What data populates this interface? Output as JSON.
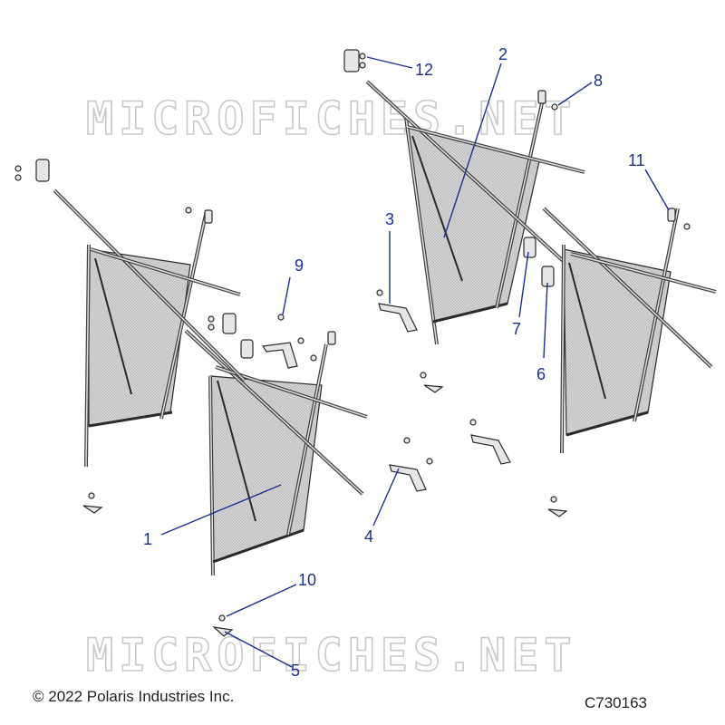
{
  "watermark": "MICROFICHES.NET",
  "callouts": [
    "1",
    "2",
    "3",
    "4",
    "5",
    "6",
    "7",
    "8",
    "9",
    "10",
    "11",
    "12"
  ],
  "footer": {
    "copyright": "© 2022 Polaris Industries Inc.",
    "diagram_id": "C730163"
  },
  "colors": {
    "callout": "#1e2f8f",
    "net_fill": "#cfcfcf",
    "outline": "#2a2a2a",
    "watermark": "#c9c9c9"
  }
}
